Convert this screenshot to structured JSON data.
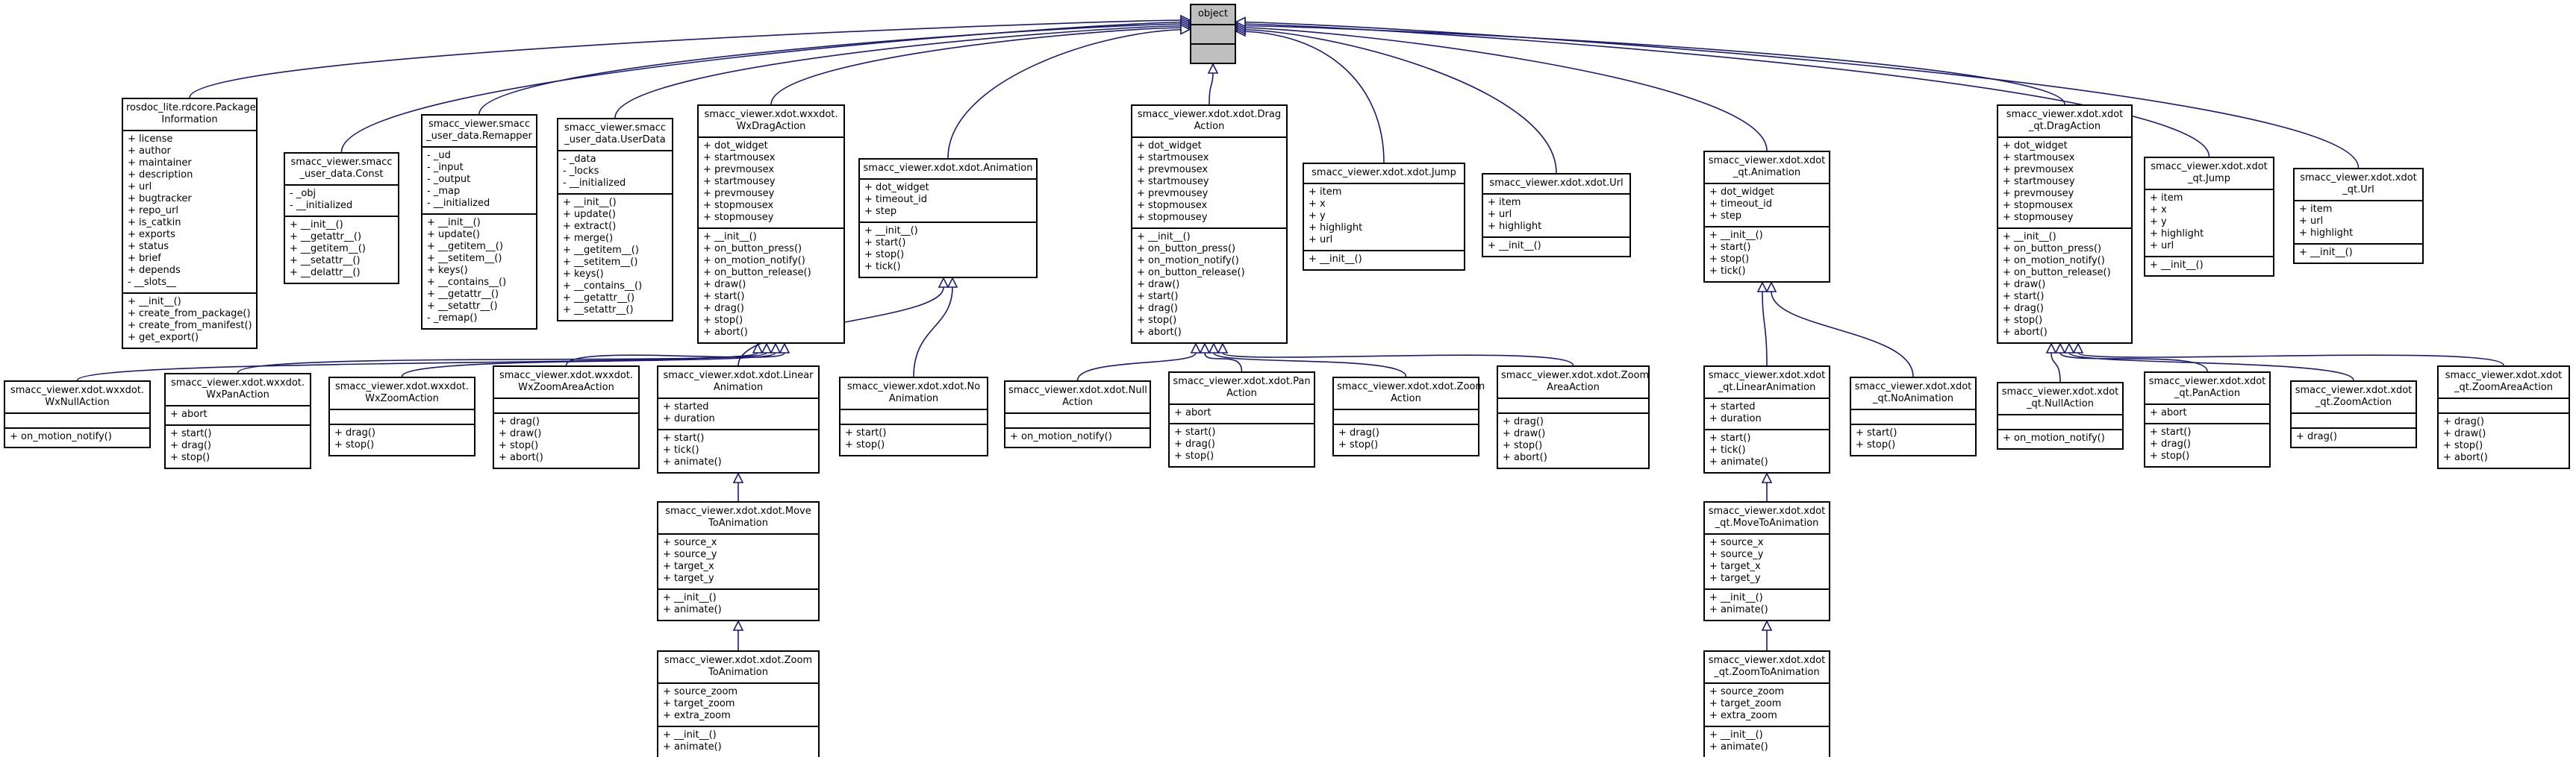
{
  "colors": {
    "edge": "#191970",
    "border": "#000000",
    "root_fill": "#bfbfbf"
  },
  "classes": [
    {
      "id": "object",
      "title": [
        "object"
      ],
      "attrs": [],
      "ops": []
    },
    {
      "id": "pkginfo",
      "title": [
        "rosdoc_lite.rdcore.Package",
        "Information"
      ],
      "attrs": [
        "+ license",
        "+ author",
        "+ maintainer",
        "+ description",
        "+ url",
        "+ bugtracker",
        "+ repo_url",
        "+ is_catkin",
        "+ exports",
        "+ status",
        "+ brief",
        "+ depends",
        "- __slots__"
      ],
      "ops": [
        "+ __init__()",
        "+ create_from_package()",
        "+ create_from_manifest()",
        "+ get_export()"
      ]
    },
    {
      "id": "const",
      "title": [
        "smacc_viewer.smacc",
        "_user_data.Const"
      ],
      "attrs": [
        "- _obj",
        "- __initialized"
      ],
      "ops": [
        "+ __init__()",
        "+ __getattr__()",
        "+ __getitem__()",
        "+ __setattr__()",
        "+ __delattr__()"
      ]
    },
    {
      "id": "remapper",
      "title": [
        "smacc_viewer.smacc",
        "_user_data.Remapper"
      ],
      "attrs": [
        "- _ud",
        "- _input",
        "- _output",
        "- _map",
        "- __initialized"
      ],
      "ops": [
        "+ __init__()",
        "+ update()",
        "+ __getitem__()",
        "+ __setitem__()",
        "+ keys()",
        "+ __contains__()",
        "+ __getattr__()",
        "+ __setattr__()",
        "- _remap()"
      ]
    },
    {
      "id": "userdata",
      "title": [
        "smacc_viewer.smacc",
        "_user_data.UserData"
      ],
      "attrs": [
        "- _data",
        "- _locks",
        "- __initialized"
      ],
      "ops": [
        "+ __init__()",
        "+ update()",
        "+ extract()",
        "+ merge()",
        "+ __getitem__()",
        "+ __setitem__()",
        "+ keys()",
        "+ __contains__()",
        "+ __getattr__()",
        "+ __setattr__()"
      ]
    },
    {
      "id": "wxdrag",
      "title": [
        "smacc_viewer.xdot.wxxdot.",
        "WxDragAction"
      ],
      "attrs": [
        "+ dot_widget",
        "+ startmousex",
        "+ prevmousex",
        "+ startmousey",
        "+ prevmousey",
        "+ stopmousex",
        "+ stopmousey"
      ],
      "ops": [
        "+ __init__()",
        "+ on_button_press()",
        "+ on_motion_notify()",
        "+ on_button_release()",
        "+ draw()",
        "+ start()",
        "+ drag()",
        "+ stop()",
        "+ abort()"
      ]
    },
    {
      "id": "anim",
      "title": [
        "smacc_viewer.xdot.xdot.Animation"
      ],
      "attrs": [
        "+ dot_widget",
        "+ timeout_id",
        "+ step"
      ],
      "ops": [
        "+ __init__()",
        "+ start()",
        "+ stop()",
        "+ tick()"
      ]
    },
    {
      "id": "drag",
      "title": [
        "smacc_viewer.xdot.xdot.Drag",
        "Action"
      ],
      "attrs": [
        "+ dot_widget",
        "+ startmousex",
        "+ prevmousex",
        "+ startmousey",
        "+ prevmousey",
        "+ stopmousex",
        "+ stopmousey"
      ],
      "ops": [
        "+ __init__()",
        "+ on_button_press()",
        "+ on_motion_notify()",
        "+ on_button_release()",
        "+ draw()",
        "+ start()",
        "+ drag()",
        "+ stop()",
        "+ abort()"
      ]
    },
    {
      "id": "jump",
      "title": [
        "smacc_viewer.xdot.xdot.Jump"
      ],
      "attrs": [
        "+ item",
        "+ x",
        "+ y",
        "+ highlight",
        "+ url"
      ],
      "ops": [
        "+ __init__()"
      ]
    },
    {
      "id": "url",
      "title": [
        "smacc_viewer.xdot.xdot.Url"
      ],
      "attrs": [
        "+ item",
        "+ url",
        "+ highlight"
      ],
      "ops": [
        "+ __init__()"
      ]
    },
    {
      "id": "qtanim",
      "title": [
        "smacc_viewer.xdot.xdot",
        "_qt.Animation"
      ],
      "attrs": [
        "+ dot_widget",
        "+ timeout_id",
        "+ step"
      ],
      "ops": [
        "+ __init__()",
        "+ start()",
        "+ stop()",
        "+ tick()"
      ]
    },
    {
      "id": "qtdrag",
      "title": [
        "smacc_viewer.xdot.xdot",
        "_qt.DragAction"
      ],
      "attrs": [
        "+ dot_widget",
        "+ startmousex",
        "+ prevmousex",
        "+ startmousey",
        "+ prevmousey",
        "+ stopmousex",
        "+ stopmousey"
      ],
      "ops": [
        "+ __init__()",
        "+ on_button_press()",
        "+ on_motion_notify()",
        "+ on_button_release()",
        "+ draw()",
        "+ start()",
        "+ drag()",
        "+ stop()",
        "+ abort()"
      ]
    },
    {
      "id": "qtjump",
      "title": [
        "smacc_viewer.xdot.xdot",
        "_qt.Jump"
      ],
      "attrs": [
        "+ item",
        "+ x",
        "+ y",
        "+ highlight",
        "+ url"
      ],
      "ops": [
        "+ __init__()"
      ]
    },
    {
      "id": "qturl",
      "title": [
        "smacc_viewer.xdot.xdot",
        "_qt.Url"
      ],
      "attrs": [
        "+ item",
        "+ url",
        "+ highlight"
      ],
      "ops": [
        "+ __init__()"
      ]
    },
    {
      "id": "wxnull",
      "title": [
        "smacc_viewer.xdot.wxxdot.",
        "WxNullAction"
      ],
      "attrs": [],
      "ops": [
        "+ on_motion_notify()"
      ]
    },
    {
      "id": "wxpan",
      "title": [
        "smacc_viewer.xdot.wxxdot.",
        "WxPanAction"
      ],
      "attrs": [
        "+ abort"
      ],
      "ops": [
        "+ start()",
        "+ drag()",
        "+ stop()"
      ]
    },
    {
      "id": "wxzoom",
      "title": [
        "smacc_viewer.xdot.wxxdot.",
        "WxZoomAction"
      ],
      "attrs": [],
      "ops": [
        "+ drag()",
        "+ stop()"
      ]
    },
    {
      "id": "wxzoomarea",
      "title": [
        "smacc_viewer.xdot.wxxdot.",
        "WxZoomAreaAction"
      ],
      "attrs": [],
      "ops": [
        "+ drag()",
        "+ draw()",
        "+ stop()",
        "+ abort()"
      ]
    },
    {
      "id": "linanim",
      "title": [
        "smacc_viewer.xdot.xdot.Linear",
        "Animation"
      ],
      "attrs": [
        "+ started",
        "+ duration"
      ],
      "ops": [
        "+ start()",
        "+ tick()",
        "+ animate()"
      ]
    },
    {
      "id": "noanim",
      "title": [
        "smacc_viewer.xdot.xdot.No",
        "Animation"
      ],
      "attrs": [],
      "ops": [
        "+ start()",
        "+ stop()"
      ]
    },
    {
      "id": "nullact",
      "title": [
        "smacc_viewer.xdot.xdot.Null",
        "Action"
      ],
      "attrs": [],
      "ops": [
        "+ on_motion_notify()"
      ]
    },
    {
      "id": "panact",
      "title": [
        "smacc_viewer.xdot.xdot.Pan",
        "Action"
      ],
      "attrs": [
        "+ abort"
      ],
      "ops": [
        "+ start()",
        "+ drag()",
        "+ stop()"
      ]
    },
    {
      "id": "zoomact",
      "title": [
        "smacc_viewer.xdot.xdot.Zoom",
        "Action"
      ],
      "attrs": [],
      "ops": [
        "+ drag()",
        "+ stop()"
      ]
    },
    {
      "id": "zoomarea",
      "title": [
        "smacc_viewer.xdot.xdot.Zoom",
        "AreaAction"
      ],
      "attrs": [],
      "ops": [
        "+ drag()",
        "+ draw()",
        "+ stop()",
        "+ abort()"
      ]
    },
    {
      "id": "qtlinanim",
      "title": [
        "smacc_viewer.xdot.xdot",
        "_qt.LinearAnimation"
      ],
      "attrs": [
        "+ started",
        "+ duration"
      ],
      "ops": [
        "+ start()",
        "+ tick()",
        "+ animate()"
      ]
    },
    {
      "id": "qtnoanim",
      "title": [
        "smacc_viewer.xdot.xdot",
        "_qt.NoAnimation"
      ],
      "attrs": [],
      "ops": [
        "+ start()",
        "+ stop()"
      ]
    },
    {
      "id": "qtnull",
      "title": [
        "smacc_viewer.xdot.xdot",
        "_qt.NullAction"
      ],
      "attrs": [],
      "ops": [
        "+ on_motion_notify()"
      ]
    },
    {
      "id": "qtpan",
      "title": [
        "smacc_viewer.xdot.xdot",
        "_qt.PanAction"
      ],
      "attrs": [
        "+ abort"
      ],
      "ops": [
        "+ start()",
        "+ drag()",
        "+ stop()"
      ]
    },
    {
      "id": "qtzoom",
      "title": [
        "smacc_viewer.xdot.xdot",
        "_qt.ZoomAction"
      ],
      "attrs": [],
      "ops": [
        "+ drag()"
      ]
    },
    {
      "id": "qtzoomarea",
      "title": [
        "smacc_viewer.xdot.xdot",
        "_qt.ZoomAreaAction"
      ],
      "attrs": [],
      "ops": [
        "+ drag()",
        "+ draw()",
        "+ stop()",
        "+ abort()"
      ]
    },
    {
      "id": "moveto",
      "title": [
        "smacc_viewer.xdot.xdot.Move",
        "ToAnimation"
      ],
      "attrs": [
        "+ source_x",
        "+ source_y",
        "+ target_x",
        "+ target_y"
      ],
      "ops": [
        "+ __init__()",
        "+ animate()"
      ]
    },
    {
      "id": "qtmoveto",
      "title": [
        "smacc_viewer.xdot.xdot",
        "_qt.MoveToAnimation"
      ],
      "attrs": [
        "+ source_x",
        "+ source_y",
        "+ target_x",
        "+ target_y"
      ],
      "ops": [
        "+ __init__()",
        "+ animate()"
      ]
    },
    {
      "id": "zoomto",
      "title": [
        "smacc_viewer.xdot.xdot.Zoom",
        "ToAnimation"
      ],
      "attrs": [
        "+ source_zoom",
        "+ target_zoom",
        "+ extra_zoom"
      ],
      "ops": [
        "+ __init__()",
        "+ animate()"
      ]
    },
    {
      "id": "qtzoomto",
      "title": [
        "smacc_viewer.xdot.xdot",
        "_qt.ZoomToAnimation"
      ],
      "attrs": [
        "+ source_zoom",
        "+ target_zoom",
        "+ extra_zoom"
      ],
      "ops": [
        "+ __init__()",
        "+ animate()"
      ]
    }
  ],
  "edges": [
    [
      "pkginfo",
      "object"
    ],
    [
      "const",
      "object"
    ],
    [
      "remapper",
      "object"
    ],
    [
      "userdata",
      "object"
    ],
    [
      "wxdrag",
      "object"
    ],
    [
      "anim",
      "object"
    ],
    [
      "drag",
      "object"
    ],
    [
      "jump",
      "object"
    ],
    [
      "url",
      "object"
    ],
    [
      "qtanim",
      "object"
    ],
    [
      "qtdrag",
      "object"
    ],
    [
      "qtjump",
      "object"
    ],
    [
      "qturl",
      "object"
    ],
    [
      "wxnull",
      "wxdrag"
    ],
    [
      "wxpan",
      "wxdrag"
    ],
    [
      "wxzoom",
      "wxdrag"
    ],
    [
      "wxzoomarea",
      "wxdrag"
    ],
    [
      "linanim",
      "anim"
    ],
    [
      "noanim",
      "anim"
    ],
    [
      "nullact",
      "drag"
    ],
    [
      "panact",
      "drag"
    ],
    [
      "zoomact",
      "drag"
    ],
    [
      "zoomarea",
      "drag"
    ],
    [
      "qtlinanim",
      "qtanim"
    ],
    [
      "qtnoanim",
      "qtanim"
    ],
    [
      "qtnull",
      "qtdrag"
    ],
    [
      "qtpan",
      "qtdrag"
    ],
    [
      "qtzoom",
      "qtdrag"
    ],
    [
      "qtzoomarea",
      "qtdrag"
    ],
    [
      "moveto",
      "linanim"
    ],
    [
      "zoomto",
      "moveto"
    ],
    [
      "qtmoveto",
      "qtlinanim"
    ],
    [
      "qtzoomto",
      "qtmoveto"
    ]
  ]
}
